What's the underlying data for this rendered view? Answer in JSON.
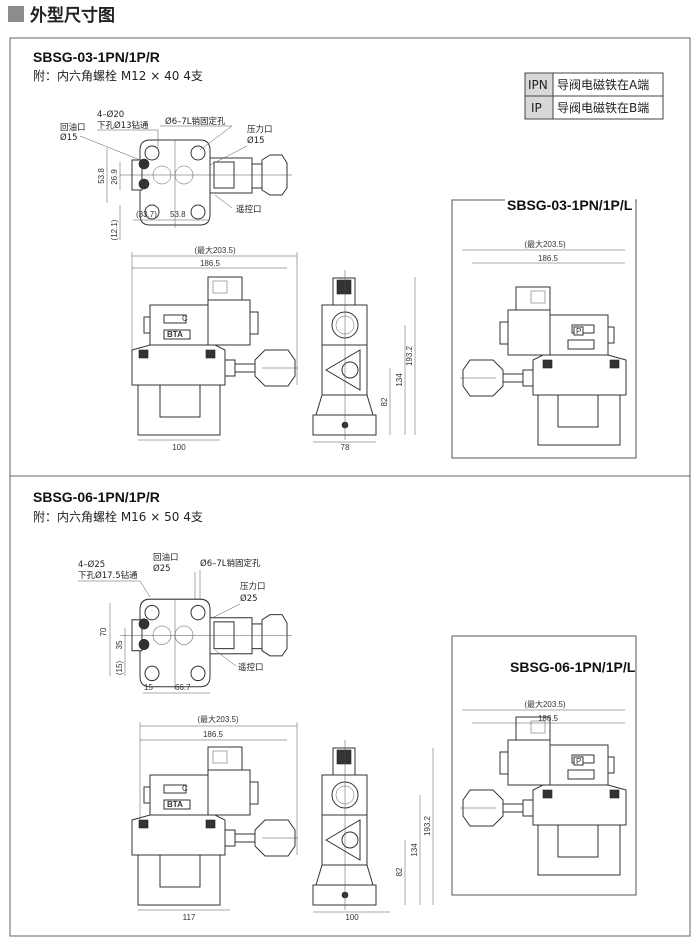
{
  "header": {
    "title": "外型尺寸图",
    "accent": "#8c8c8c"
  },
  "section1": {
    "model": "SBSG-03-1PN/1P/R",
    "note": "附：内六角螺栓 M12 × 40 4支",
    "legend": [
      {
        "code": "IPN",
        "desc": "导阀电磁铁在A端"
      },
      {
        "code": "IP",
        "desc": "导阀电磁铁在B端"
      }
    ],
    "top_view": {
      "bolt_label": "4–Ø20",
      "bolt_hole": "下孔Ø13钻通",
      "return_port": "回油口",
      "return_dia": "Ø15",
      "pin_hole": "Ø6–7L销固定孔",
      "pressure_port": "压力口",
      "pressure_dia": "Ø15",
      "remote_port": "遥控口",
      "dims": {
        "h1": "53.8",
        "h2": "26.9",
        "h3": "(12.1)",
        "w1": "(33.7)",
        "w2": "53.8"
      }
    },
    "front_view": {
      "max_len": "(最大203.5)",
      "len": "186.5",
      "base": "100",
      "plate_c": "C",
      "plate_brand": "BTA"
    },
    "side_view": {
      "width": "78",
      "h1": "82",
      "h2": "134",
      "h3": "193.2"
    },
    "left_variant": {
      "model": "SBSG-03-1PN/1P/L",
      "max_len": "(最大203.5)",
      "len": "186.5",
      "plate": "P"
    }
  },
  "section2": {
    "model": "SBSG-06-1PN/1P/R",
    "note": "附：内六角螺栓 M16 × 50 4支",
    "top_view": {
      "bolt_label": "4–Ø25",
      "bolt_hole": "下孔Ø17.5钻通",
      "return_port": "回油口",
      "return_dia": "Ø25",
      "pin_hole": "Ø6–7L销固定孔",
      "pressure_port": "压力口",
      "pressure_dia": "Ø25",
      "remote_port": "遥控口",
      "dims": {
        "h1": "70",
        "h2": "35",
        "h3": "(15)",
        "w1": "15",
        "w2": "66.7"
      }
    },
    "front_view": {
      "max_len": "(最大203.5)",
      "len": "186.5",
      "base": "117",
      "plate_c": "C",
      "plate_brand": "BTA"
    },
    "side_view": {
      "width": "100",
      "h1": "82",
      "h2": "134",
      "h3": "193.2"
    },
    "left_variant": {
      "model": "SBSG-06-1PN/1P/L",
      "max_len": "(最大203.5)",
      "len": "186.5",
      "plate": "P"
    }
  }
}
